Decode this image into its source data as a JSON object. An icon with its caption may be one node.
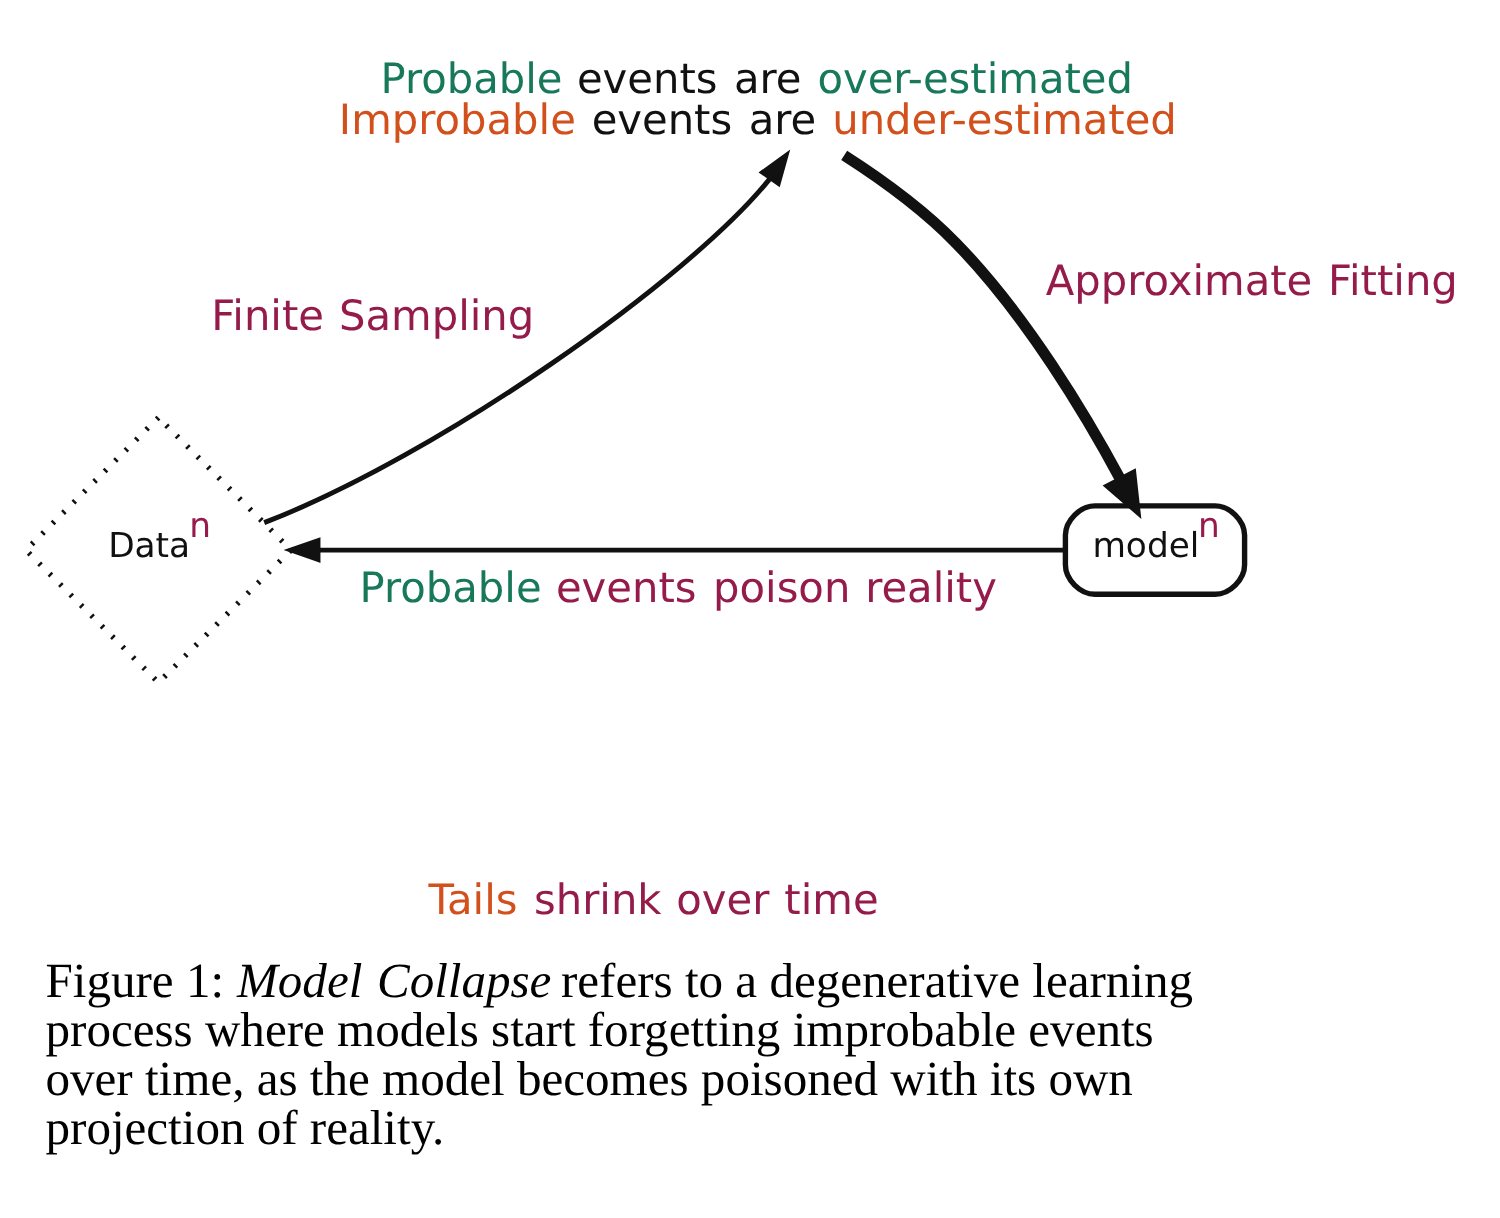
{
  "diagram": {
    "caption": "Figure 1: *Model Collapse* refers to a degenerative learning process where models start forgetting improbable events over time, as the model becomes poisoned with its own projection of reality.",
    "nodes": [
      {
        "text": [
          "Probable events are over-estimated",
          "Improbable events are under-estimated"
        ]
      },
      {
        "text": [
          "Data$^{n}$"
        ]
      },
      {
        "text": [
          "model$^{n}$"
        ]
      }
    ],
    "edges": [
      {
        "from": 1,
        "to": 0,
        "arrow": "to",
        "label": "Finite Sampling"
      },
      {
        "from": 0,
        "to": 2,
        "arrow": "to",
        "label": "Approximate Fitting",
        "style": "thick"
      },
      {
        "from": 2,
        "to": 1,
        "arrow": "to",
        "label": "Probable events poison reality"
      }
    ],
    "labels": [
      "Tails shrink over time"
    ]
  }
}
